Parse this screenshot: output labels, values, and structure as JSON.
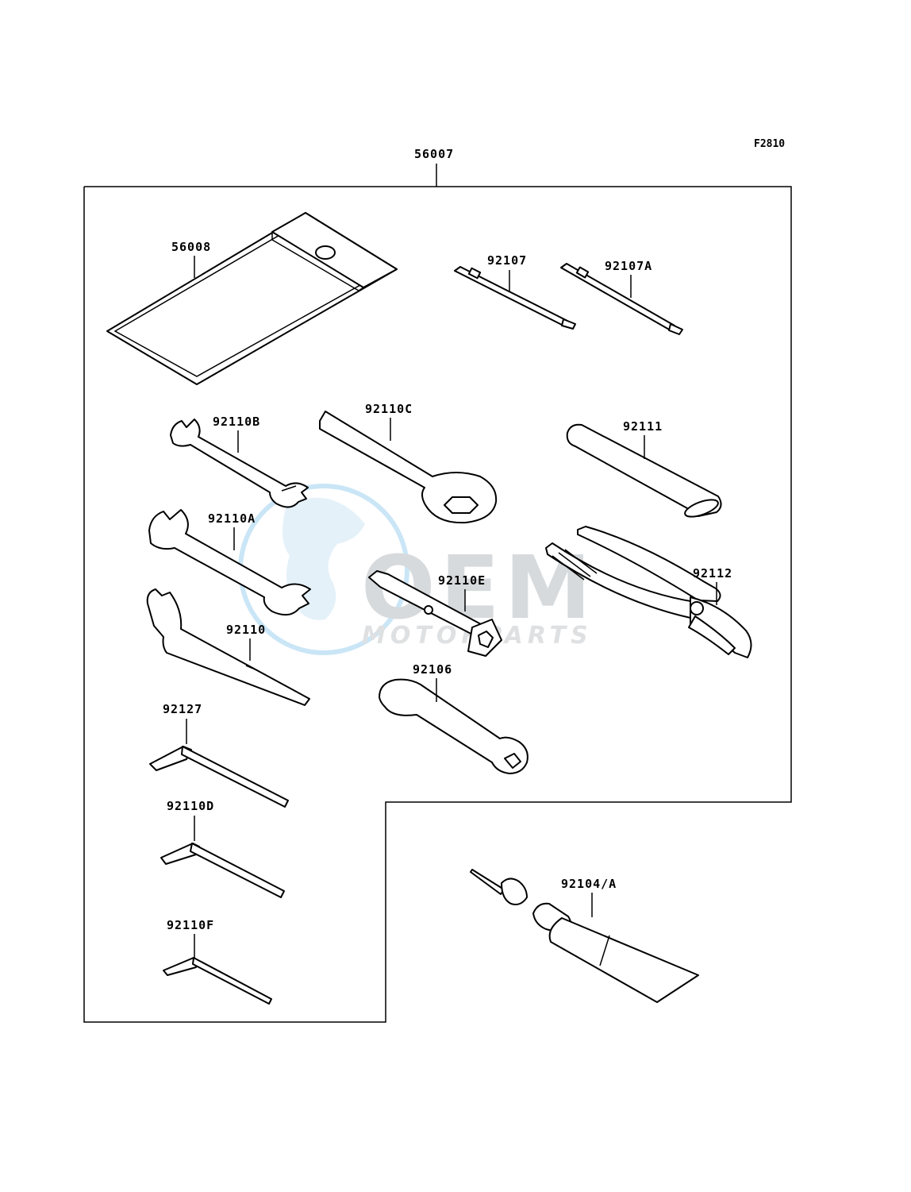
{
  "figure_code": "F2810",
  "watermark": {
    "brand": "OEM",
    "subtitle": "MOTORPARTS",
    "colors": {
      "globe": "#9fd3f0",
      "text": "#b7bcc1",
      "accent": "#4db3e6"
    }
  },
  "parts": {
    "kit": "56007",
    "pouch": "56008",
    "driver_a": "92107",
    "driver_b": "92107A",
    "wrench_small": "92110B",
    "ring_wrench": "92110C",
    "handle": "92111",
    "wrench_mid": "92110A",
    "plug_wrench": "92110E",
    "pliers": "92112",
    "hook_wrench": "92110",
    "socket_handle": "92106",
    "hex_key_1": "92127",
    "hex_key_2": "92110D",
    "hex_key_3": "92110F",
    "tube_kit": "92104/A"
  }
}
